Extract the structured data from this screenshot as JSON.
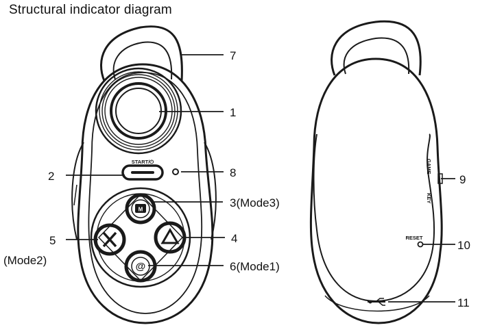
{
  "title": "Structural indicator diagram",
  "device_text": {
    "start_label": "START/⏻",
    "mode3_glyph": "M",
    "mode1_glyph": "@",
    "game_label": "GAME",
    "key_label": "KEY",
    "reset_label": "RESET"
  },
  "callouts": {
    "c1": "1",
    "c2": "2",
    "c3": "3(Mode3)",
    "c4": "4",
    "c5": "5",
    "c5_sub": "(Mode2)",
    "c6": "6(Mode1)",
    "c7": "7",
    "c8": "8",
    "c9": "9",
    "c10": "10",
    "c11": "11"
  }
}
